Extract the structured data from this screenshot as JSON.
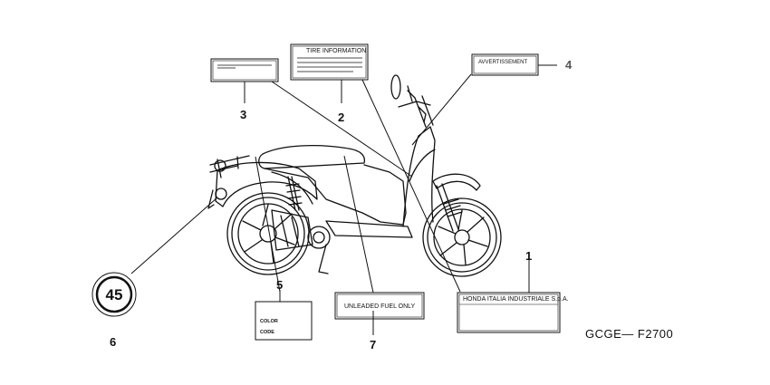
{
  "diagram_code": "GCGE— F2700",
  "callouts": {
    "c1": "1",
    "c2": "2",
    "c3": "3",
    "c4": "4",
    "c5": "5",
    "c6": "6",
    "c7": "7"
  },
  "labels": {
    "tire_information": "TIRE INFORMATION",
    "avvertissement": "AVVERTISSEMENT",
    "unleaded_fuel": "UNLEADED FUEL ONLY",
    "honda_italia": "HONDA ITALIA INDUSTRIALE S.p.A.",
    "color_line1": "COLOR",
    "color_line2": "CODE",
    "speed_limit": "45"
  }
}
